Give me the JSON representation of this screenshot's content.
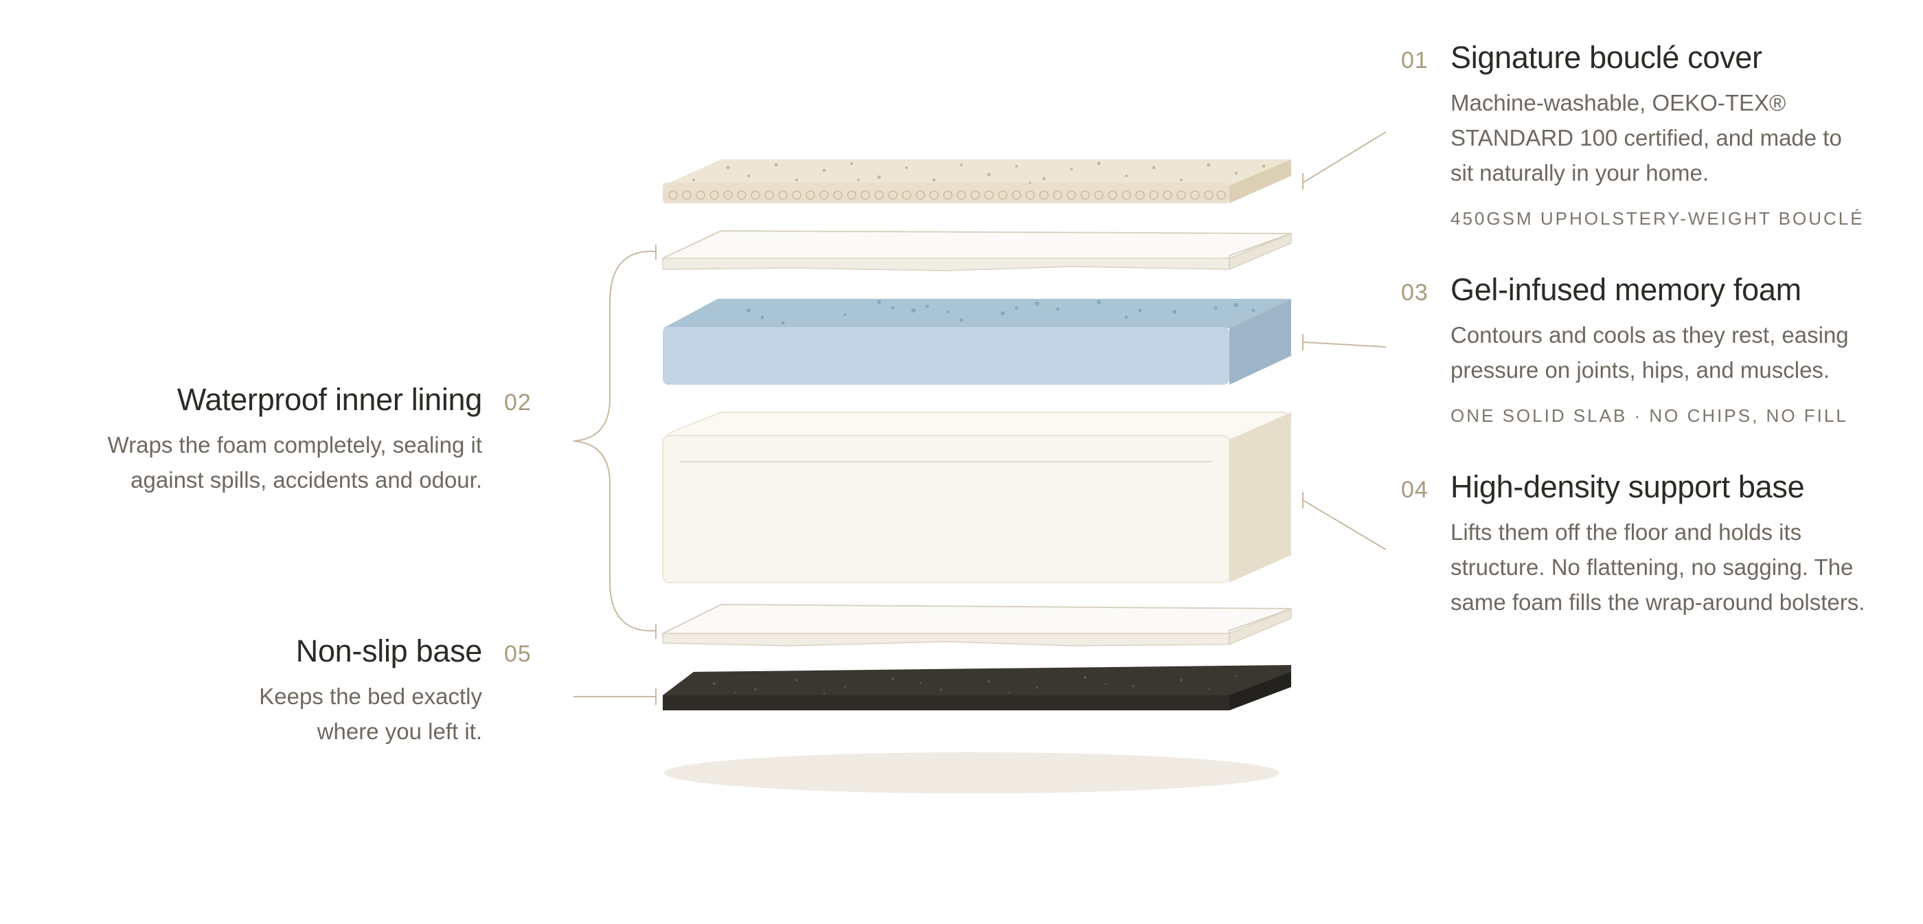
{
  "colors": {
    "cover": "#e9dfcc",
    "cover_side": "#dccfb4",
    "lining": "#f4f1e9",
    "gel_top": "#a9c4d4",
    "gel_front": "#c2d4e3",
    "gel_side": "#9eb5c8",
    "base_front": "#f8f6ef",
    "base_side": "#e6decb",
    "nonslip": "#3a3730",
    "shadow": "#efebe3",
    "leader": "#c9b9a2"
  },
  "layers": [
    {
      "id": "cover",
      "number": "01",
      "title": "Signature bouclé cover",
      "lines": [
        "Machine-washable, OEKO-TEX®",
        "STANDARD 100 certified, and made to",
        "sit naturally in your home."
      ],
      "spec": "450GSM UPHOLSTERY-WEIGHT BOUCLÉ"
    },
    {
      "id": "lining",
      "number": "02",
      "title": "Waterproof inner lining",
      "lines": [
        "Wraps the foam completely, sealing it",
        "against spills, accidents and odour."
      ]
    },
    {
      "id": "gel",
      "number": "03",
      "title": "Gel-infused memory foam",
      "lines": [
        "Contours and cools as they rest, easing",
        "pressure on joints, hips, and muscles."
      ],
      "spec": "ONE SOLID SLAB · NO CHIPS, NO FILL"
    },
    {
      "id": "support",
      "number": "04",
      "title": "High-density support base",
      "lines": [
        "Lifts them off the floor and holds its",
        "structure. No flattening, no sagging. The",
        "same foam fills the wrap-around bolsters."
      ]
    },
    {
      "id": "nonslip",
      "number": "05",
      "title": "Non-slip base",
      "lines": [
        "Keeps the bed exactly",
        "where you left it."
      ]
    }
  ]
}
